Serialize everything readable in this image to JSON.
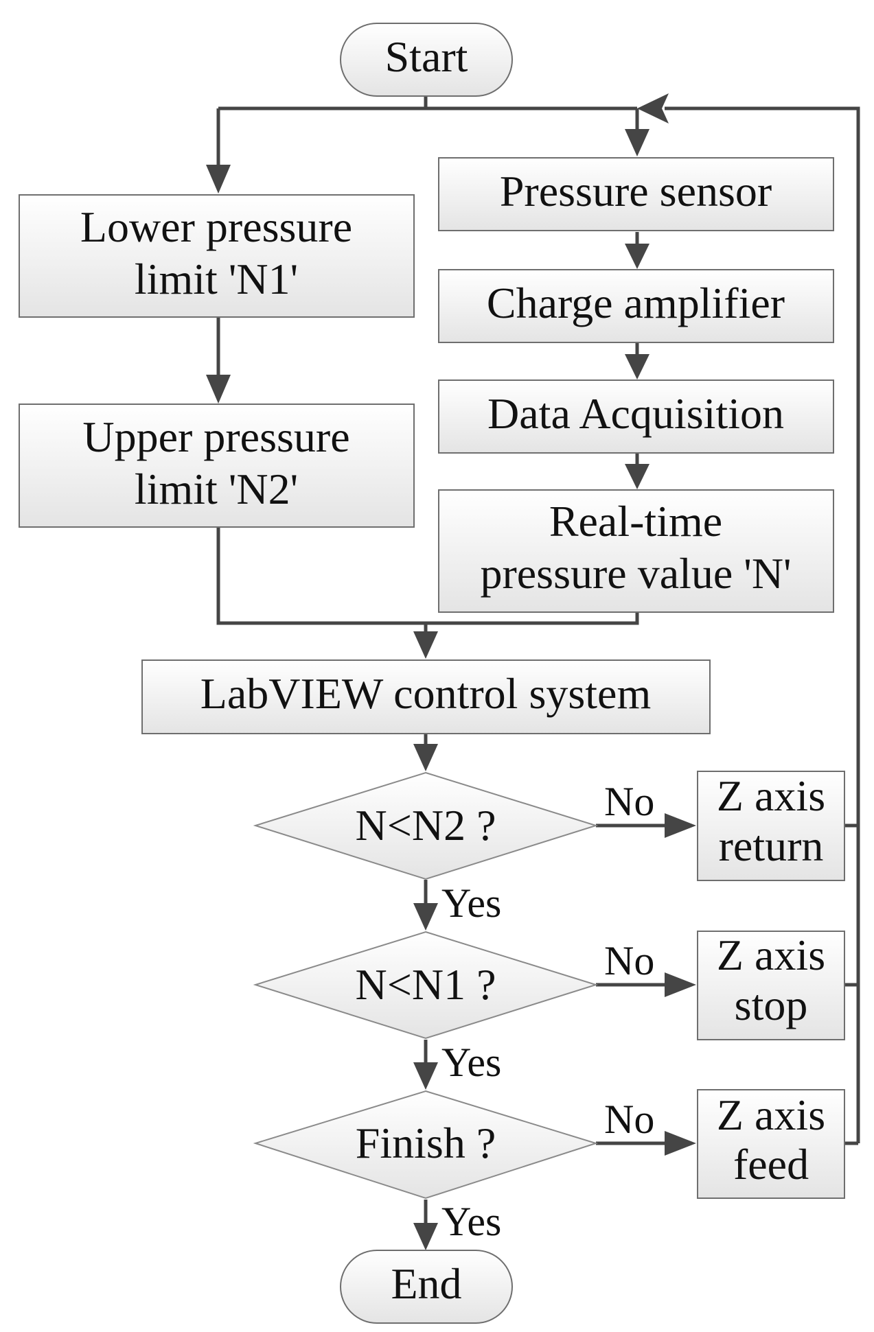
{
  "nodes": {
    "start": "Start",
    "end": "End",
    "lower_limit": [
      "Lower pressure",
      "limit 'N1'"
    ],
    "upper_limit": [
      "Upper pressure",
      "limit 'N2'"
    ],
    "pressure_sensor": "Pressure sensor",
    "charge_amplifier": "Charge amplifier",
    "data_acquisition": "Data Acquisition",
    "realtime_value": [
      "Real-time",
      "pressure value 'N'"
    ],
    "labview": "LabVIEW control system",
    "decision_n2": "N<N2 ?",
    "decision_n1": "N<N1 ?",
    "decision_finish": "Finish ?",
    "z_return": [
      "Z axis",
      "return"
    ],
    "z_stop": [
      "Z axis",
      "stop"
    ],
    "z_feed": [
      "Z axis",
      "feed"
    ]
  },
  "edge_labels": {
    "yes": "Yes",
    "no": "No"
  },
  "colors": {
    "line": "#454545",
    "box_fill_top": "#ffffff",
    "box_fill_bottom": "#e4e4e4",
    "box_stroke": "#6e6e6e"
  }
}
